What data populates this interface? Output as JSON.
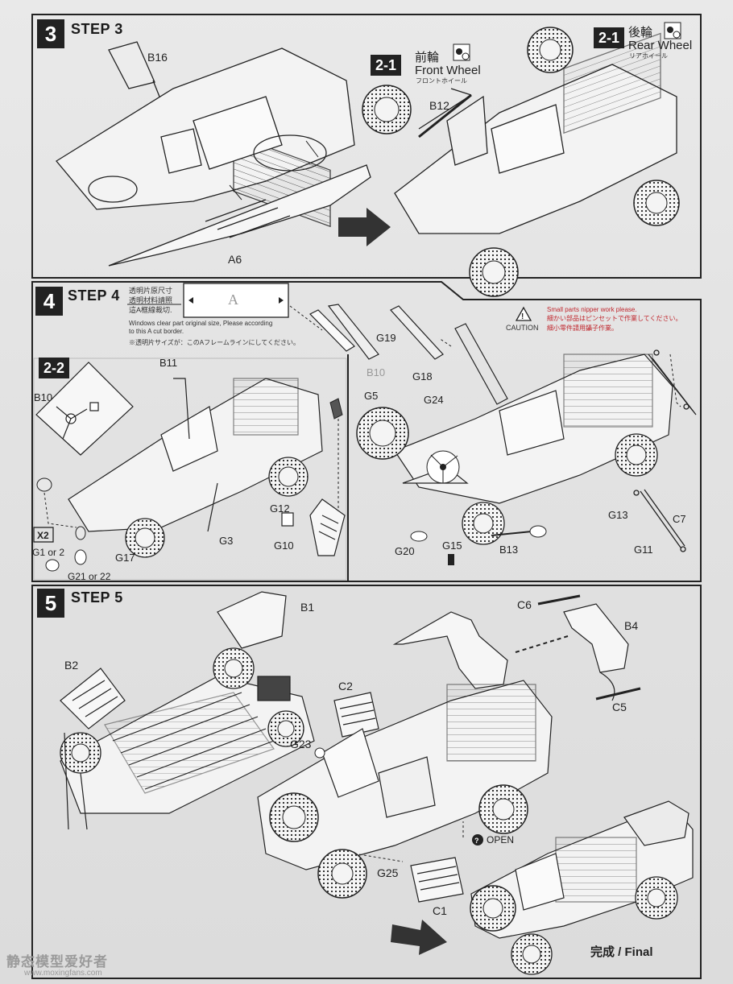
{
  "step3": {
    "num": "3",
    "title": "STEP 3",
    "parts": [
      "B16",
      "A6",
      "B12"
    ],
    "front_wheel": {
      "badge": "2-1",
      "cjk": "前輪",
      "en": "Front Wheel",
      "jp": "フロントホイール"
    },
    "rear_wheel": {
      "badge": "2-1",
      "cjk": "後輪",
      "en": "Rear Wheel",
      "jp": "リアホイール"
    }
  },
  "step4": {
    "num": "4",
    "title": "STEP 4",
    "note": {
      "cjk_line1": "透明片原尺寸",
      "cjk_line2": "透明材料請照",
      "cjk_line3": "這A框線裁切.",
      "frame_label": "A",
      "en_line1": "Windows clear part original  size, Please according",
      "en_line2": "to this A cut border.",
      "jp_line": "※透明片サイズが：このAフレームラインにしてください。"
    },
    "sub_badge": "2-2",
    "caution": {
      "label": "CAUTION",
      "en": "Small parts nipper work please.",
      "jp": "細かい部品はピンセットで作業してください。",
      "cn": "細小零件請用鑷子作業。"
    },
    "multiplier": "X2",
    "parts_left": [
      "B10",
      "B11",
      "G12",
      "G10",
      "G3",
      "G17",
      "G1 or 2",
      "G21 or 22"
    ],
    "parts_right": [
      "B10",
      "G19",
      "G18",
      "G5",
      "G24",
      "G20",
      "G15",
      "B13",
      "G13",
      "C7",
      "G11"
    ]
  },
  "step5": {
    "num": "5",
    "title": "STEP 5",
    "parts": [
      "B1",
      "B2",
      "C2",
      "G23",
      "G25",
      "C1",
      "C6",
      "B4",
      "C5"
    ],
    "open_label": "OPEN",
    "final_label": "完成 / Final"
  },
  "watermark": {
    "cn": "静态模型爱好者",
    "url": "www.moxingfans.com"
  },
  "colors": {
    "ink": "#222222",
    "paper": "#e4e4e4",
    "caution_red": "#c0262d"
  }
}
